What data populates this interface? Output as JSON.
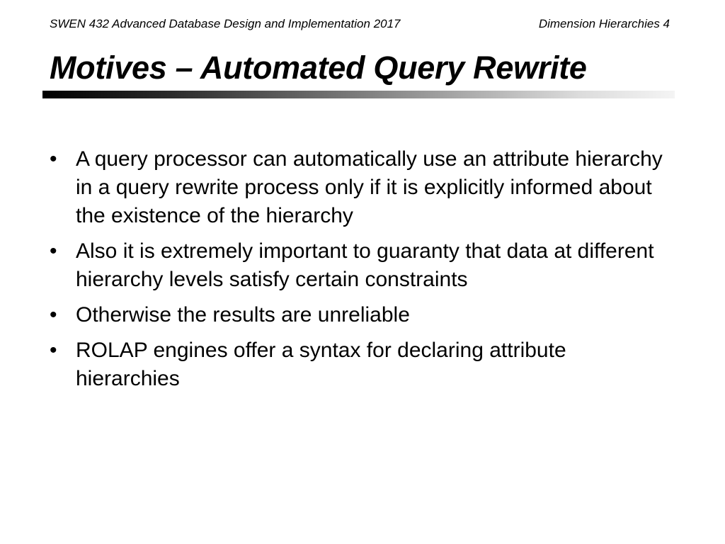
{
  "header": {
    "course": "SWEN 432 Advanced Database Design and Implementation 2017",
    "topic": "Dimension Hierarchies 4"
  },
  "title": "Motives – Automated Query Rewrite",
  "bullet_glyph": "•",
  "bullets": [
    "A query processor can automatically use an attribute hierarchy in a query rewrite process only if it is explicitly informed about the existence of the hierarchy",
    "Also it is extremely important to guaranty that data at different hierarchy levels satisfy certain constraints",
    "Otherwise the results are unreliable",
    "ROLAP engines offer a syntax for declaring attribute hierarchies"
  ],
  "colors": {
    "text": "#000000",
    "background": "#ffffff",
    "rule_start": "#000000",
    "rule_end": "#f4f4f4"
  }
}
